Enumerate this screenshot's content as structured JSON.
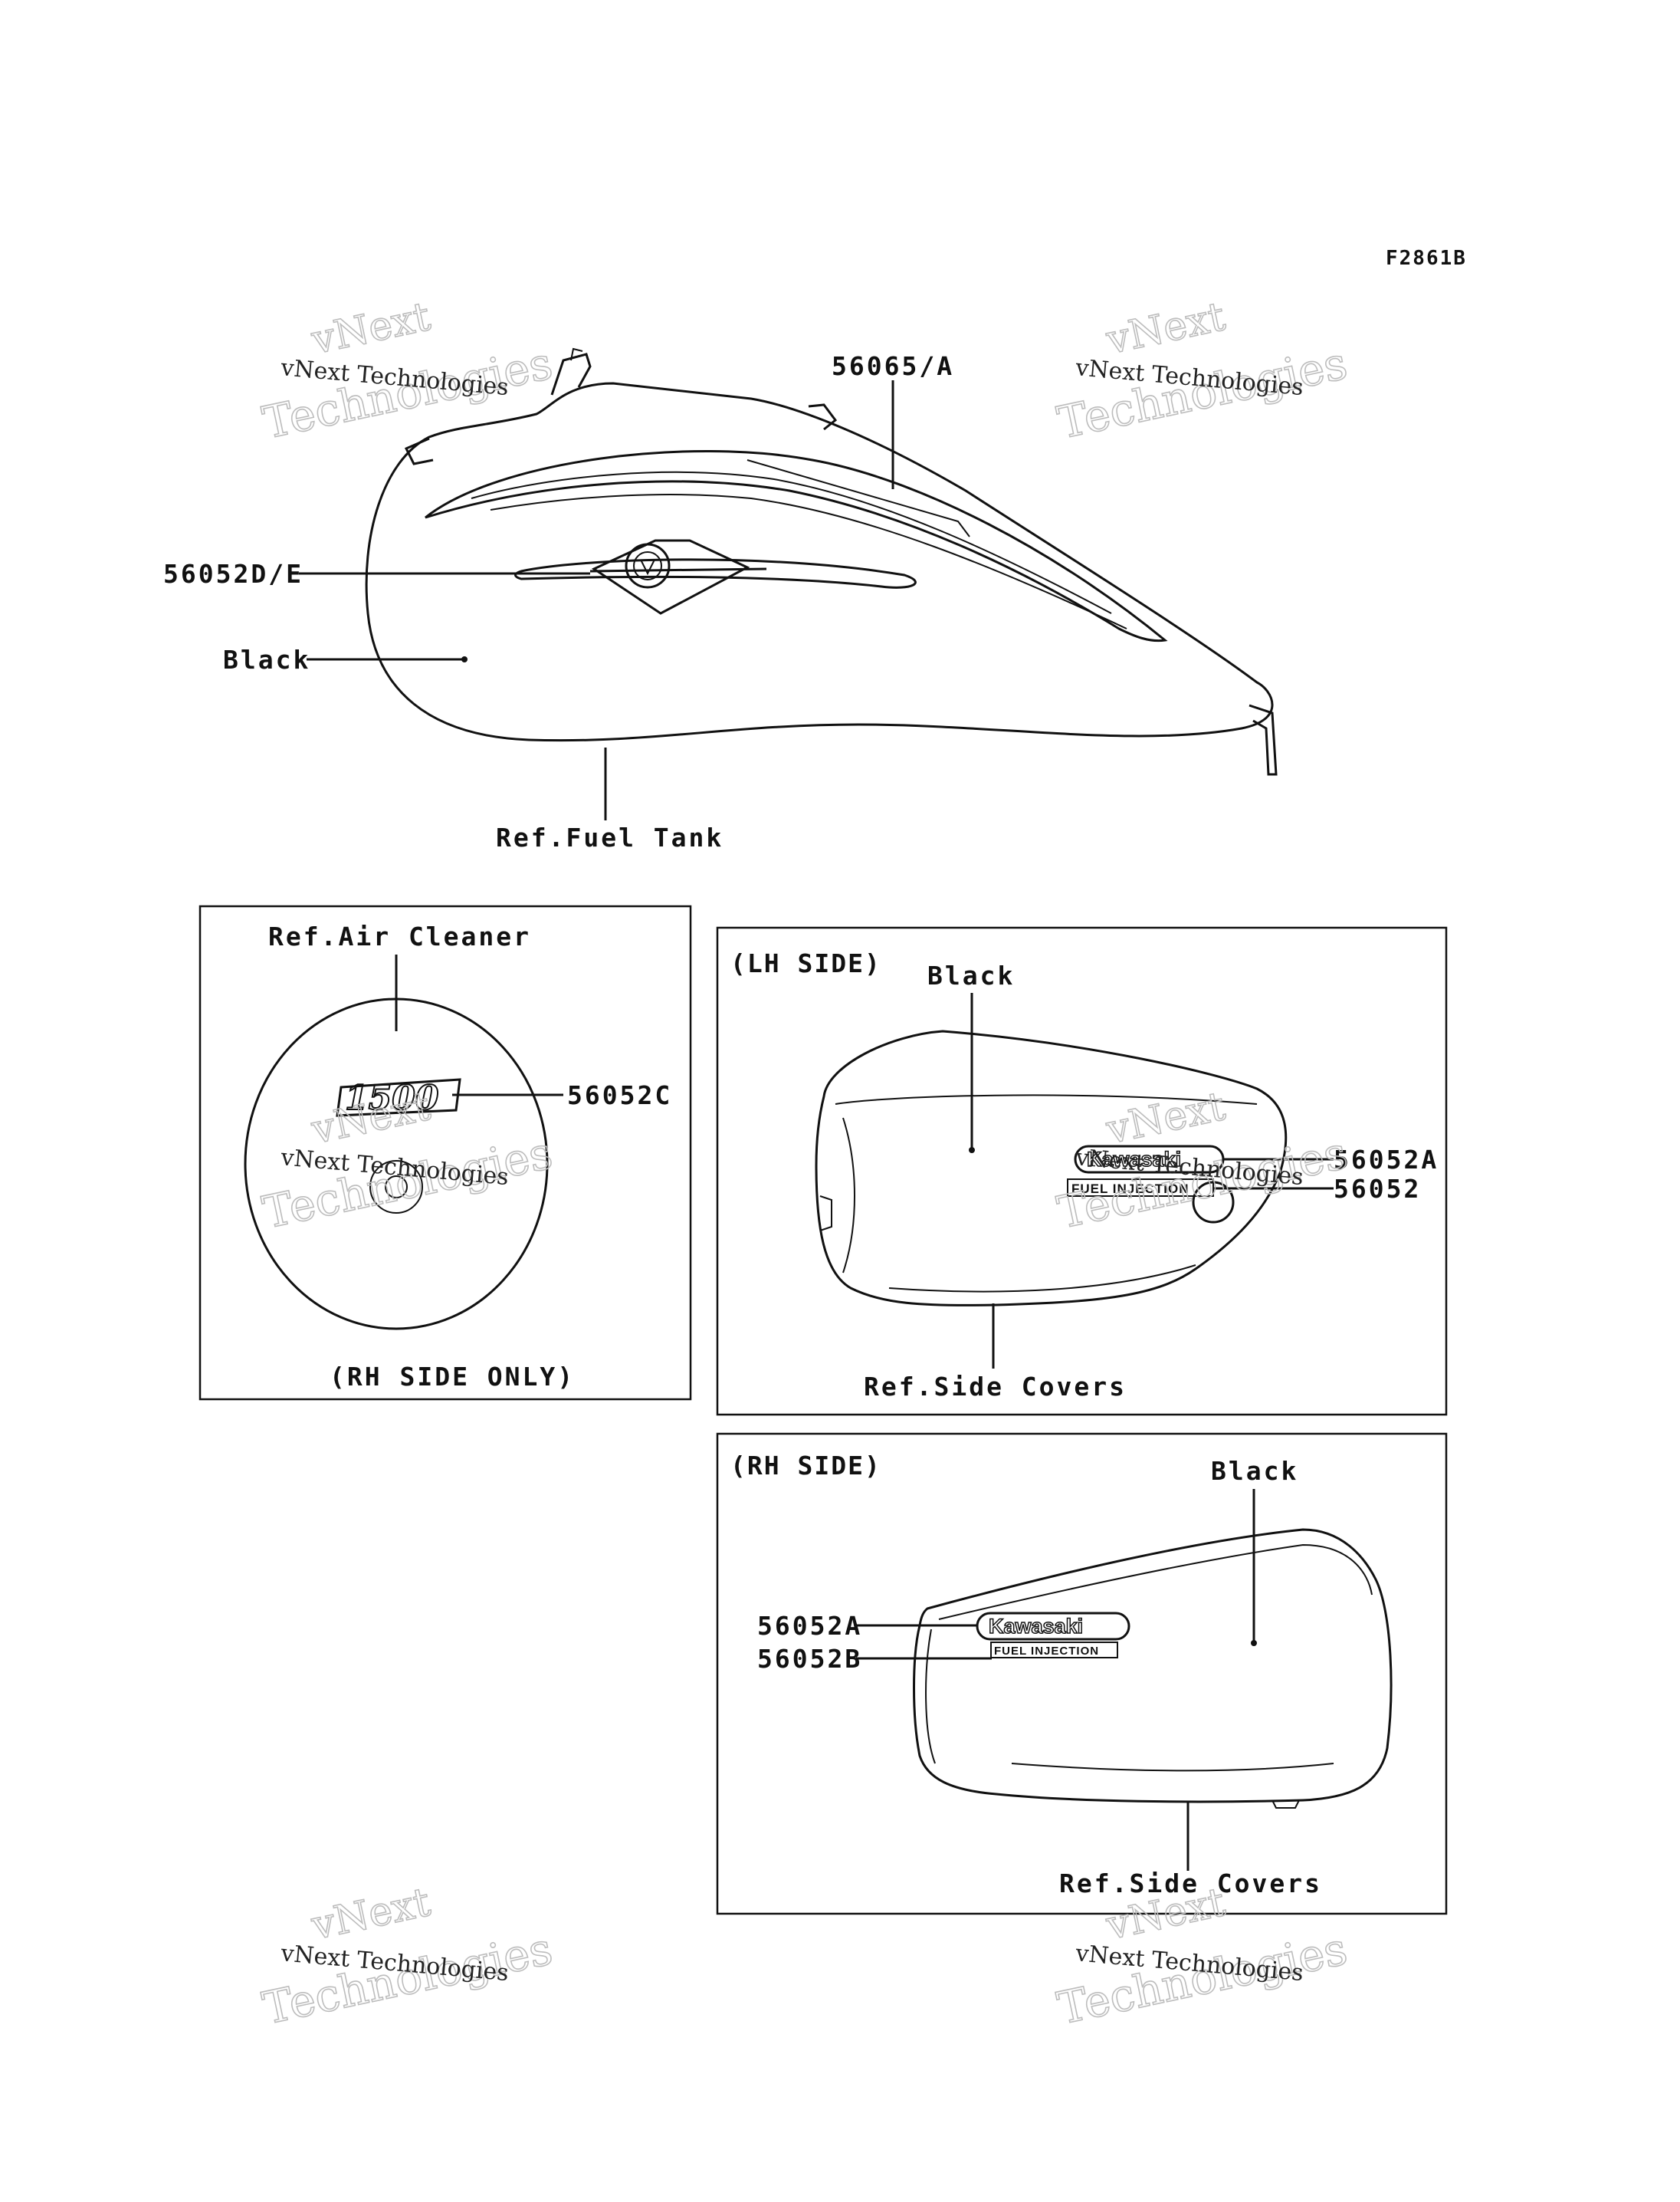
{
  "figure_code": "F2861B",
  "fuel_tank": {
    "part_stripe": "56065/A",
    "part_emblem": "56052D/E",
    "color": "Black",
    "ref": "Ref.Fuel Tank"
  },
  "air_cleaner": {
    "ref": "Ref.Air Cleaner",
    "part": "56052C",
    "note": "(RH SIDE ONLY)",
    "emblem_text": "1500"
  },
  "lh_side": {
    "title": "(LH SIDE)",
    "color": "Black",
    "part_a": "56052A",
    "part_b": "56052",
    "ref": "Ref.Side Covers",
    "badge_text": "Kawasaki",
    "sub_badge_text": "FUEL INJECTION"
  },
  "rh_side": {
    "title": "(RH SIDE)",
    "color": "Black",
    "part_a": "56052A",
    "part_b": "56052B",
    "ref": "Ref.Side Covers",
    "badge_text": "Kawasaki",
    "sub_badge_text": "FUEL INJECTION"
  },
  "watermark": {
    "line1": "vNext",
    "line2": "vNext Technologies",
    "line3": "Technologies"
  }
}
